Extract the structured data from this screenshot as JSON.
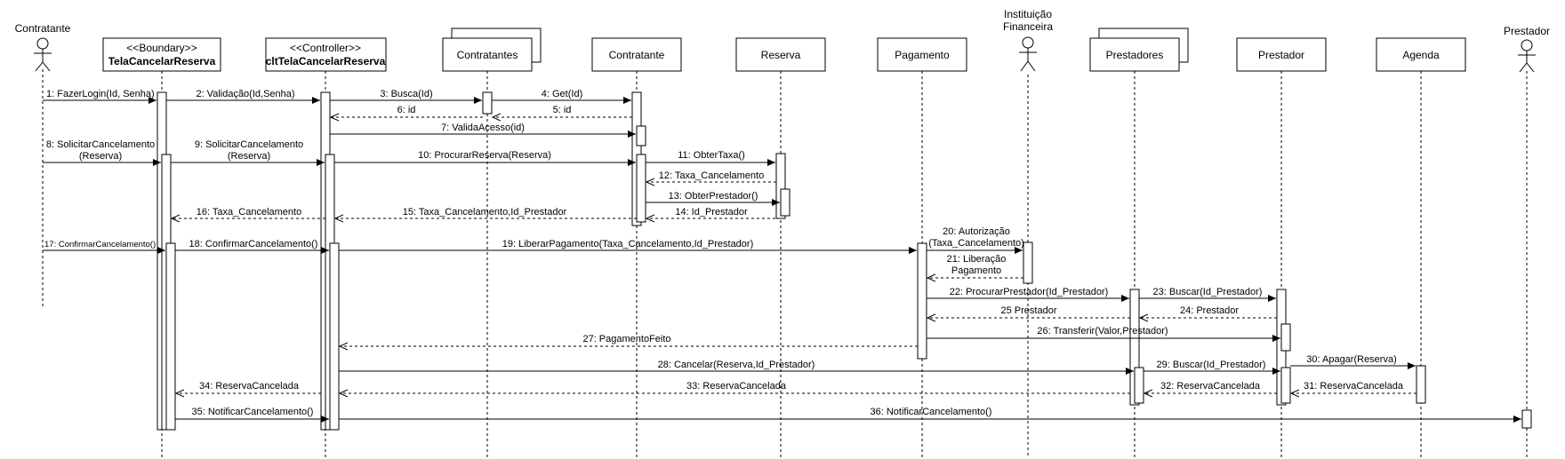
{
  "participants": {
    "contratante_actor": "Contratante",
    "tela_stereo": "<<Boundary>>",
    "tela_name": "TelaCancelarReserva",
    "ctl_stereo": "<<Controller>>",
    "ctl_name": "cltTelaCancelarReserva",
    "contratantes": "Contratantes",
    "contratante": "Contratante",
    "reserva": "Reserva",
    "pagamento": "Pagamento",
    "inst_line1": "Instituição",
    "inst_line2": "Financeira",
    "prestadores": "Prestadores",
    "prestador": "Prestador",
    "agenda": "Agenda",
    "prestador_actor": "Prestador"
  },
  "messages": {
    "m1": "1: FazerLogin(Id, Senha)",
    "m2": "2: Validação(Id,Senha)",
    "m3": "3: Busca(Id)",
    "m4": "4: Get(Id)",
    "m5": "5: id",
    "m6": "6: id",
    "m7": "7: ValidaAcesso(id)",
    "m8a": "8: SolicitarCancelamento",
    "m8b": "(Reserva)",
    "m9a": "9: SolicitarCancelamento",
    "m9b": "(Reserva)",
    "m10": "10: ProcurarReserva(Reserva)",
    "m11": "11: ObterTaxa()",
    "m12": "12: Taxa_Cancelamento",
    "m13": "13: ObterPrestador()",
    "m14": "14: Id_Prestador",
    "m15": "15: Taxa_Cancelamento,Id_Prestador",
    "m16": "16: Taxa_Cancelamento",
    "m17": "17: ConfirmarCancelamento()",
    "m18": "18: ConfirmarCancelamento()",
    "m19": "19: LiberarPagamento(Taxa_Cancelamento,Id_Prestador)",
    "m20a": "20: Autorização",
    "m20b": "(Taxa_Cancelamento)",
    "m21a": "21: Liberação",
    "m21b": "Pagamento",
    "m22": "22: ProcurarPrestador(Id_Prestador)",
    "m23": "23: Buscar(Id_Prestador)",
    "m24": "24: Prestador",
    "m25": "25 Prestador",
    "m26": "26: Transferir(Valor,Prestador)",
    "m27": "27: PagamentoFeito",
    "m28": "28: Cancelar(Reserva,Id_Prestador)",
    "m29": "29: Buscar(Id_Prestador)",
    "m30": "30: Apagar(Reserva)",
    "m31": "31: ReservaCancelada",
    "m32": "32: ReservaCancelada",
    "m33": "33: ReservaCancelada",
    "m34": "34: ReservaCancelada",
    "m35": "35: NotificarCancelamento()",
    "m36": "36: NotificarCancelamento()"
  }
}
